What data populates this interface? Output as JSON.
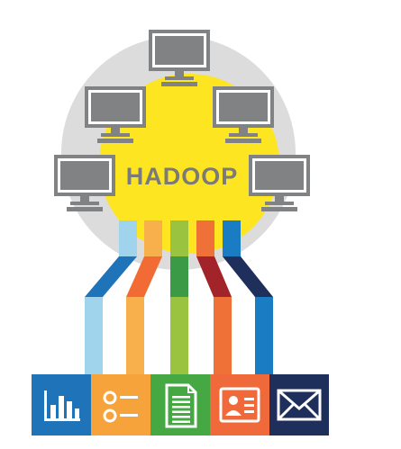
{
  "hub": {
    "label": "HADOOP",
    "fill_color": "#fde521",
    "halo_color": "#dcdcdc"
  },
  "nodes": [
    {
      "name": "computer",
      "icon": "monitor-icon"
    },
    {
      "name": "computer",
      "icon": "monitor-icon"
    },
    {
      "name": "computer",
      "icon": "monitor-icon"
    },
    {
      "name": "computer",
      "icon": "monitor-icon"
    },
    {
      "name": "computer",
      "icon": "monitor-icon"
    }
  ],
  "monitor_color": "#808284",
  "streams": [
    {
      "color": "#1f73b9",
      "light_color": "#9fd4ec",
      "icon": "bar-chart-icon"
    },
    {
      "color": "#f26b35",
      "light_color": "#f8b04d",
      "icon": "list-icon"
    },
    {
      "color": "#3a9a46",
      "light_color": "#9ac43f",
      "icon": "document-icon"
    },
    {
      "color": "#a3232a",
      "light_color": "#f07138",
      "icon": "contact-card-icon"
    },
    {
      "color": "#1e2f5c",
      "light_color": "#1a7cc2",
      "icon": "envelope-icon"
    }
  ],
  "tiles": [
    {
      "color": "#1f73b9",
      "icon": "bar-chart-icon"
    },
    {
      "color": "#f5a33a",
      "icon": "list-icon"
    },
    {
      "color": "#46a843",
      "icon": "document-icon"
    },
    {
      "color": "#f0693a",
      "icon": "contact-card-icon"
    },
    {
      "color": "#1e2f5c",
      "icon": "envelope-icon"
    }
  ]
}
